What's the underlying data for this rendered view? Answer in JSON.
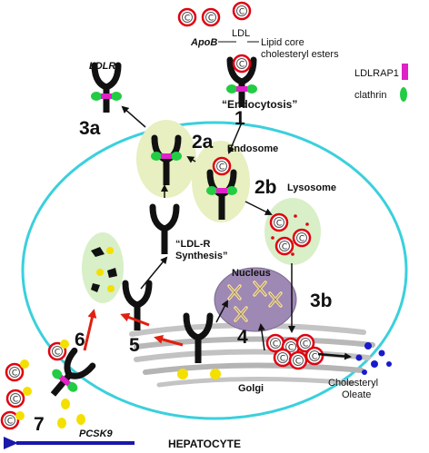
{
  "labels": {
    "ldl": "LDL",
    "apob": "ApoB",
    "lipid_core_1": "Lipid core",
    "lipid_core_2": "cholesteryl esters",
    "ldlr": "LDLR",
    "endocytosis": "“Endocytosis”",
    "endosome": "Endosome",
    "lysosome": "Lysosome",
    "ldlr_synthesis_1": "“LDL-R",
    "ldlr_synthesis_2": "Synthesis”",
    "nucleus": "Nucleus",
    "golgi": "Golgi",
    "cholesteryl_1": "Cholesteryl",
    "oleate": "Oleate",
    "pcsk9": "PCSK9",
    "hepatocyte": "HEPATOCYTE"
  },
  "legend": {
    "ldlrap1": "LDLRAP1",
    "clathrin": "clathrin"
  },
  "steps": {
    "s1": "1",
    "s2a": "2a",
    "s2b": "2b",
    "s3a": "3a",
    "s3b": "3b",
    "s4": "4",
    "s5": "5",
    "s6": "6",
    "s7": "7"
  },
  "colors": {
    "cell_membrane": "#3ad0dd",
    "receptor": "#111111",
    "ldlrap1": "#e020c8",
    "clathrin": "#22cc44",
    "vesicle": "#e8efc0",
    "lysosome": "#d8efc8",
    "nucleus": "#9e88b4",
    "golgi": "#b8b8b8",
    "ldl_ring": "#e00010",
    "pcsk9": "#f3e000",
    "oleate_dots": "#1a1acc",
    "exit_arrow": "#1818aa",
    "red_arrow": "#e02010"
  }
}
